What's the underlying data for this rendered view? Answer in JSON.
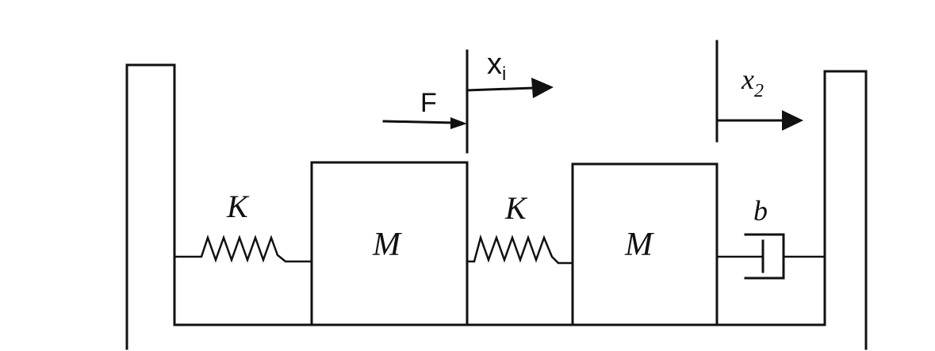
{
  "labels": {
    "spring_left": "K",
    "spring_middle": "K",
    "mass_left": "M",
    "mass_right": "M",
    "damper": "b",
    "force": "F",
    "displacement_1_base": "x",
    "displacement_1_sub": "i",
    "displacement_2_base": "x",
    "displacement_2_sub": "2"
  }
}
